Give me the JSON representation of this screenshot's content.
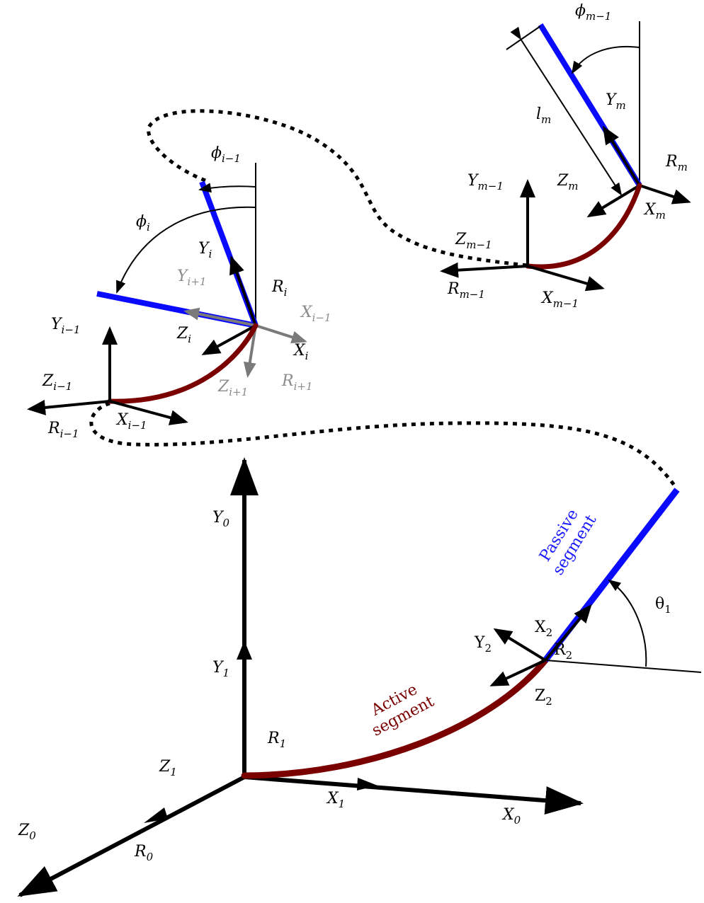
{
  "frames": {
    "base": {
      "z0": "Z",
      "z0_sub": "0",
      "r0": "R",
      "r0_sub": "0",
      "z1": "Z",
      "z1_sub": "1",
      "y0": "Y",
      "y0_sub": "0",
      "y1": "Y",
      "y1_sub": "1",
      "r1": "R",
      "r1_sub": "1",
      "x1": "X",
      "x1_sub": "1",
      "x0": "X",
      "x0_sub": "0"
    },
    "second": {
      "y2": "Y",
      "y2_sub": "2",
      "x2": "X",
      "x2_sub": "2",
      "r2": "R",
      "r2_sub": "2",
      "z2": "Z",
      "z2_sub": "2",
      "theta": "θ",
      "theta_sub": "1"
    },
    "middle": {
      "phi_prev": "ϕ",
      "phi_prev_sub": "i−1",
      "phi": "ϕ",
      "phi_sub": "i",
      "yi": "Y",
      "yi_sub": "i",
      "yi1": "Y",
      "yi1_sub": "i+1",
      "ri": "R",
      "ri_sub": "i",
      "xim1_gray": "X",
      "xim1_gray_sub": "i−1",
      "xi": "X",
      "xi_sub": "i",
      "zi": "Z",
      "zi_sub": "i",
      "zi1": "Z",
      "zi1_sub": "i+1",
      "ri1": "R",
      "ri1_sub": "i+1",
      "yim1": "Y",
      "yim1_sub": "i−1",
      "zim1": "Z",
      "zim1_sub": "i−1",
      "rim1": "R",
      "rim1_sub": "i−1",
      "xim1": "X",
      "xim1_sub": "i−1"
    },
    "top": {
      "phi": "ϕ",
      "phi_sub": "m−1",
      "lm": "l",
      "lm_sub": "m",
      "ym": "Y",
      "ym_sub": "m",
      "rm": "R",
      "rm_sub": "m",
      "ymm1": "Y",
      "ymm1_sub": "m−1",
      "zm": "Z",
      "zm_sub": "m",
      "xm": "X",
      "xm_sub": "m",
      "zmm1": "Z",
      "zmm1_sub": "m−1",
      "rmm1": "R",
      "rmm1_sub": "m−1",
      "xmm1": "X",
      "xmm1_sub": "m−1"
    }
  },
  "segments": {
    "active_line1": "Active",
    "active_line2": "segment",
    "passive_line1": "Passive",
    "passive_line2": "segment"
  },
  "colors": {
    "active": "#7a0000",
    "passive": "#0a0aff",
    "gray_axis": "#7a7a7a"
  }
}
